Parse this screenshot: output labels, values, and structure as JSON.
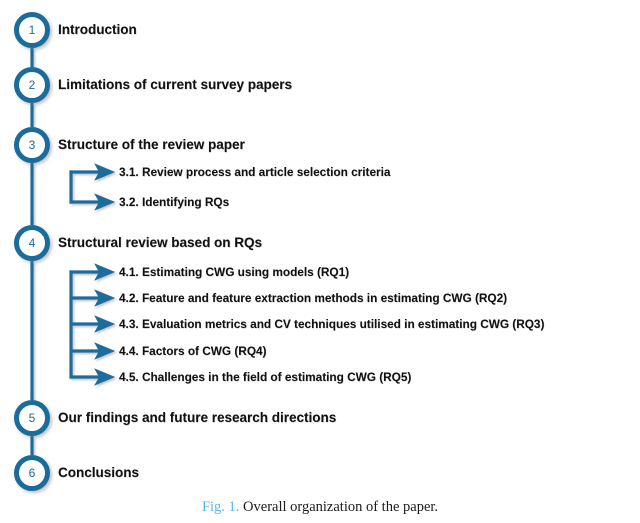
{
  "figure": {
    "caption_label": "Fig. 1.",
    "caption_text": "Overall organization of the paper.",
    "colors": {
      "node_ring": "#1a6d9b",
      "node_number": "#1a6d9b",
      "connector": "#1a6d9b",
      "arrow": "#1a6d9b",
      "text": "#111111",
      "caption_label": "#5bb6e8",
      "background": "#ffffff"
    }
  },
  "sections": [
    {
      "number": "1",
      "title": "Introduction",
      "subsections": []
    },
    {
      "number": "2",
      "title": "Limitations of current survey papers",
      "subsections": []
    },
    {
      "number": "3",
      "title": "Structure of the review paper",
      "subsections": [
        {
          "label": "3.1. Review process and article selection criteria"
        },
        {
          "label": "3.2. Identifying RQs"
        }
      ]
    },
    {
      "number": "4",
      "title": "Structural review based on RQs",
      "subsections": [
        {
          "label": "4.1. Estimating CWG using models (RQ1)"
        },
        {
          "label": "4.2. Feature and feature extraction methods in estimating CWG (RQ2)"
        },
        {
          "label": "4.3. Evaluation metrics and CV techniques utilised in estimating CWG (RQ3)"
        },
        {
          "label": "4.4. Factors of CWG (RQ4)"
        },
        {
          "label": "4.5. Challenges in the field of estimating CWG (RQ5)"
        }
      ]
    },
    {
      "number": "5",
      "title": "Our findings and future research directions",
      "subsections": []
    },
    {
      "number": "6",
      "title": "Conclusions",
      "subsections": []
    }
  ]
}
